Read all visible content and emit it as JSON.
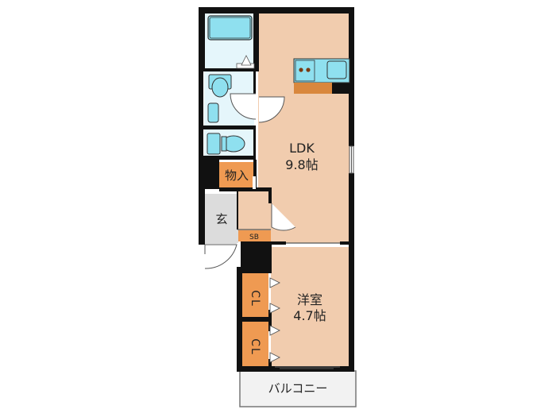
{
  "rooms": {
    "ldk": {
      "name": "LDK",
      "size": "9.8帖"
    },
    "western": {
      "name": "洋室",
      "size": "4.7帖"
    },
    "storage": {
      "name": "物入"
    },
    "entrance": {
      "name": "玄"
    },
    "shoebox": {
      "name": "SB"
    },
    "closet1": {
      "name": "CL"
    },
    "closet2": {
      "name": "CL"
    },
    "balcony": {
      "name": "バルコニー"
    }
  },
  "colors": {
    "room_floor": "#f1ccae",
    "wet_area": "#e5f6fb",
    "storage": "#ef9a52",
    "entrance": "#dcdcdc",
    "balcony": "#f2f2f2",
    "wall": "#111111",
    "fixture": "#8fe0ef",
    "counter": "#d9873d"
  }
}
